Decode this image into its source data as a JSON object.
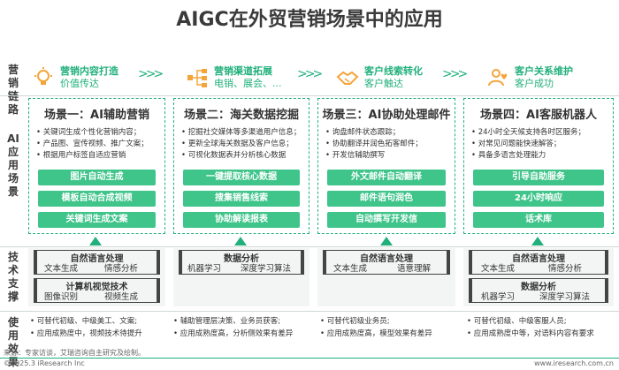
{
  "title": "AIGC在外贸营销场景中的应用",
  "row_labels": {
    "chain": "营销链路",
    "ai": "AI应用场景",
    "tech": "技术支撑",
    "effect": "使用效果"
  },
  "stages": [
    {
      "title": "营销内容打造",
      "sub": "价值传达",
      "icon": "lightbulb-icon"
    },
    {
      "title": "营销渠道拓展",
      "sub": "电销、展会、...",
      "icon": "network-icon"
    },
    {
      "title": "客户线索转化",
      "sub": "客户触达",
      "icon": "handshake-icon"
    },
    {
      "title": "客户关系维护",
      "sub": "客户成功",
      "icon": "user-heart-icon"
    }
  ],
  "scenes": [
    {
      "title": "场景一：AI辅助营销",
      "bullets": [
        "关键词生成个性化营销内容；",
        "产品图、宣传视频、推广文案；",
        "根据用户标签自适应营销"
      ],
      "pills": [
        "图片自动生成",
        "模板自动合成视频",
        "关键词生成文案"
      ]
    },
    {
      "title": "场景二：海关数据挖掘",
      "bullets": [
        "挖掘社交媒体等多渠道用户信息；",
        "更新全球海关数据及客户信息；",
        "可视化数据表并分析核心数据"
      ],
      "pills": [
        "一键提取核心数据",
        "搜集销售线索",
        "协助解读报表"
      ]
    },
    {
      "title": "场景三：AI协助处理邮件",
      "bullets": [
        "询盘邮件状态跟踪；",
        "协助翻译并润色拓客邮件；",
        "开发信辅助撰写"
      ],
      "pills": [
        "外文邮件自动翻译",
        "邮件语句润色",
        "自动撰写开发信"
      ]
    },
    {
      "title": "场景四：AI客服机器人",
      "bullets": [
        "24小时全天候支持各时区服务；",
        "对常见问题能快速解答；",
        "具备多语言处理能力"
      ],
      "pills": [
        "引导自助服务",
        "24小时响应",
        "话术库"
      ]
    }
  ],
  "tech": {
    "nlp": "自然语言处理",
    "text_gen": "文本生成",
    "sentiment": "情感分析",
    "cv": "计算机视觉技术",
    "image_rec": "图像识别",
    "video_gen": "视频生成",
    "data_analysis": "数据分析",
    "ml": "机器学习",
    "dl": "深度学习算法",
    "semantic": "语意理解"
  },
  "effects": [
    [
      "可替代初级、中级美工、文案;",
      "应用成熟度中，视频技术待提升"
    ],
    [
      "辅助管理层决策、业务员获客;",
      "应用成熟度高，分析侧效果有差异"
    ],
    [
      "可替代初级业务员;",
      "应用成熟度高，模型效果有差异"
    ],
    [
      "可替代初级、中级客服人员;",
      "应用成熟度中等，对语料内容有要求"
    ]
  ],
  "footer": {
    "source": "来源：专家访谈，艾瑞咨询自主研究及绘制。",
    "copyright": "©2025.3 iResearch Inc",
    "website": "www.iresearch.com.cn"
  },
  "colors": {
    "accent": "#21b07c",
    "pill": "#3fc48a"
  }
}
